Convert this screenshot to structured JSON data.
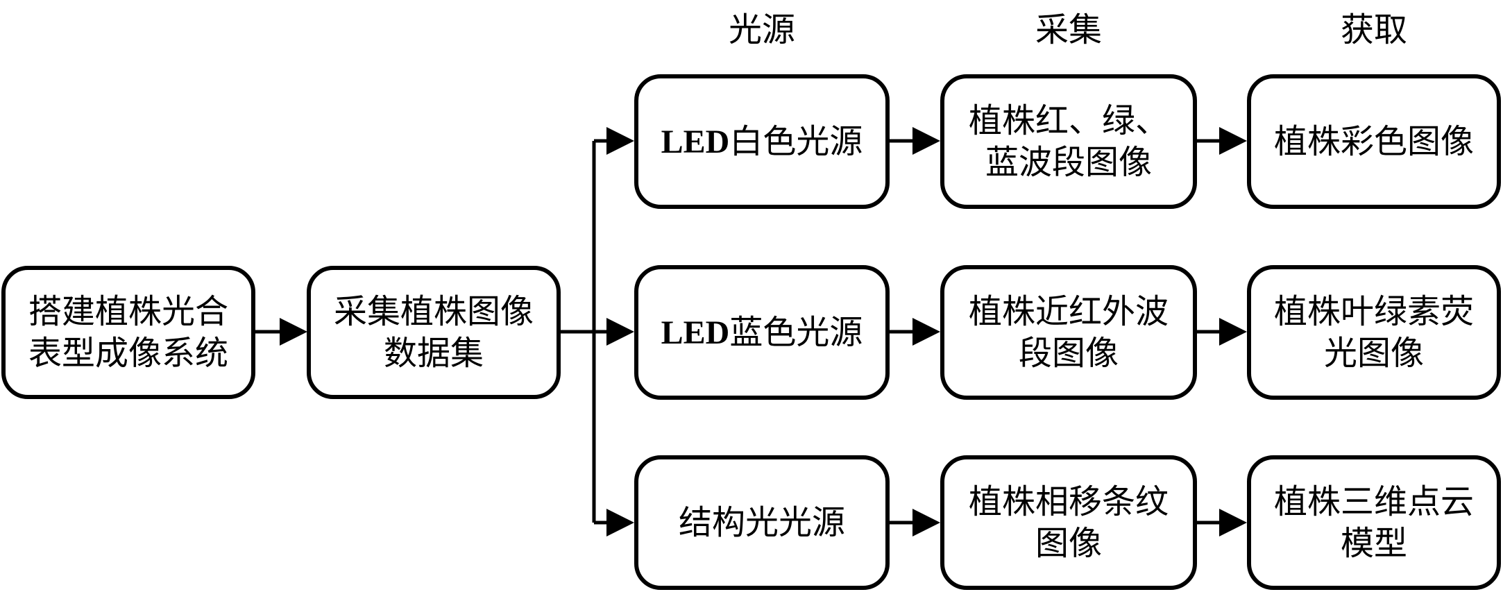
{
  "headers": {
    "light_source": "光源",
    "acquisition": "采集",
    "obtain": "获取"
  },
  "nodes": {
    "build_system": "搭建植株光合\n表型成像系统",
    "collect_dataset": "采集植株图像\n数据集",
    "led_white": {
      "prefix": "LED",
      "suffix": "白色光源"
    },
    "led_blue": {
      "prefix": "LED",
      "suffix": "蓝色光源"
    },
    "structured_light": "结构光光源",
    "rgb_bands": "植株红、绿、\n蓝波段图像",
    "nir_bands": "植株近红外波\n段图像",
    "phase_fringe": "植株相移条纹\n图像",
    "color_image": "植株彩色图像",
    "chlorophyll_fluorescence": "植株叶绿素荧\n光图像",
    "point_cloud": "植株三维点云\n模型"
  }
}
